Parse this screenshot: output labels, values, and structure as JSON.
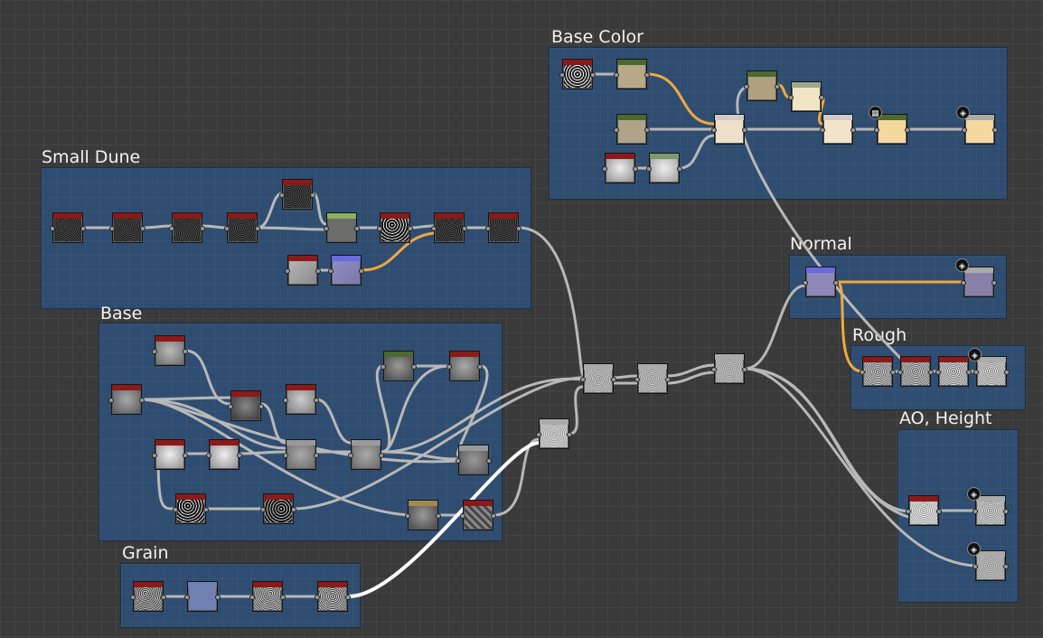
{
  "frames": {
    "base_color": "Base Color",
    "small_dune": "Small Dune",
    "base": "Base",
    "grain": "Grain",
    "normal": "Normal",
    "rough": "Rough",
    "ao_height": "AO, Height"
  },
  "icons": {
    "output_badge": "cube-icon",
    "checker_badge": "checker-icon"
  },
  "colors": {
    "frame_fill": "#2f4d70",
    "grid_background": "#3a3a3a",
    "wire_default": "#b8b8b8",
    "wire_selected": "#f0a840",
    "wire_highlight": "#ffffff",
    "header_grayscale": "#8b1a1a",
    "header_color": "#4a6a2e"
  }
}
